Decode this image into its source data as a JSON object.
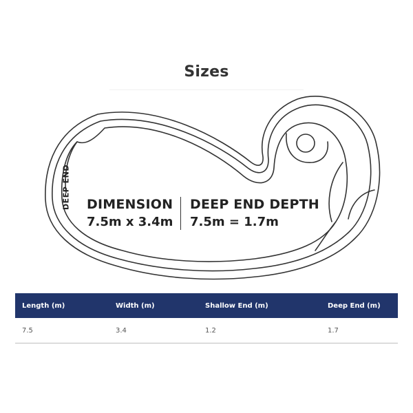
{
  "title": "Sizes",
  "diagram": {
    "side_label": "DEEP END",
    "dimension_heading": "DIMENSION",
    "dimension_value": "7.5m x 3.4m",
    "depth_heading": "DEEP END DEPTH",
    "depth_value": "7.5m = 1.7m"
  },
  "table": {
    "headers": [
      "Length (m)",
      "Width (m)",
      "Shallow End (m)",
      "Deep End (m)"
    ],
    "rows": [
      [
        "7.5",
        "3.4",
        "1.2",
        "1.7"
      ]
    ]
  }
}
